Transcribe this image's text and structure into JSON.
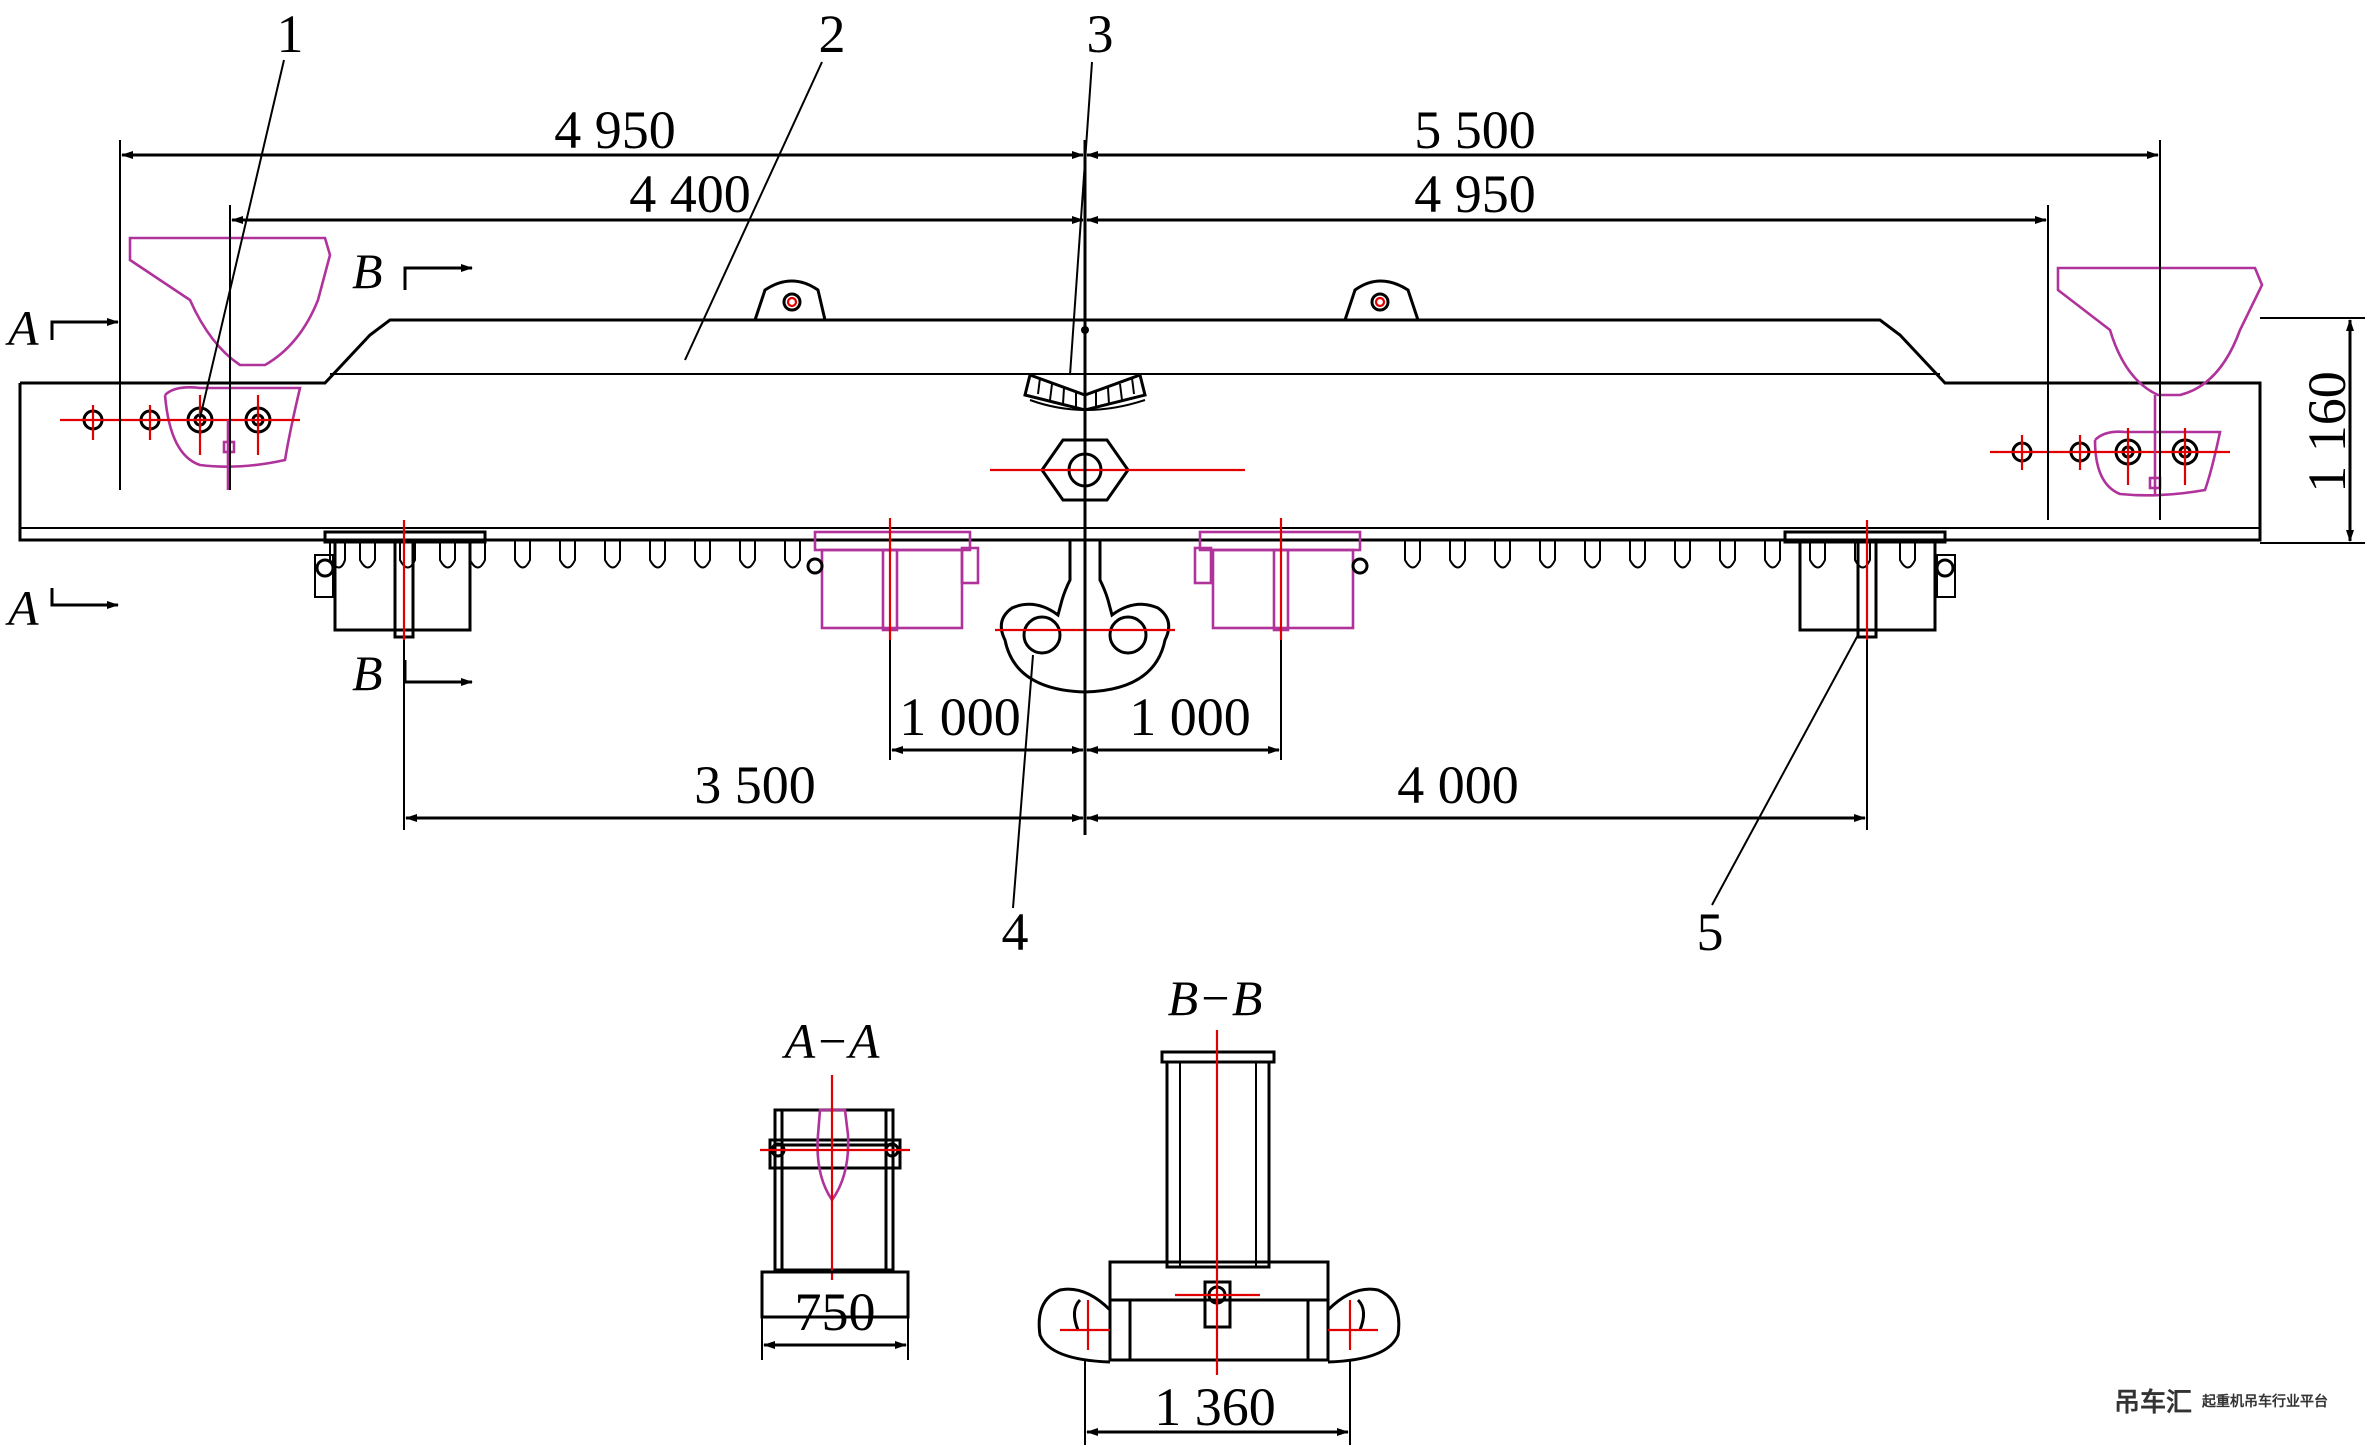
{
  "callouts": [
    "1",
    "2",
    "3",
    "4",
    "5"
  ],
  "dimensions": {
    "top_left_outer": "4 950",
    "top_left_inner": "4 400",
    "top_right_outer": "5 500",
    "top_right_inner": "4 950",
    "height": "1 160",
    "hook_left": "1 000",
    "hook_right": "1 000",
    "bottom_left": "3 500",
    "bottom_right": "4 000",
    "section_a_width": "750",
    "section_b_width": "1 360"
  },
  "section_marks": {
    "a_upper": "A",
    "a_lower": "A",
    "b_upper": "B",
    "b_lower": "B"
  },
  "section_titles": {
    "a": "A−A",
    "b": "B−B"
  },
  "watermark": {
    "logo": "吊车汇",
    "tagline": "起重机吊车行业平台"
  },
  "colors": {
    "outline": "#000000",
    "centerline": "#e00000",
    "attachment": "#b0329b"
  }
}
